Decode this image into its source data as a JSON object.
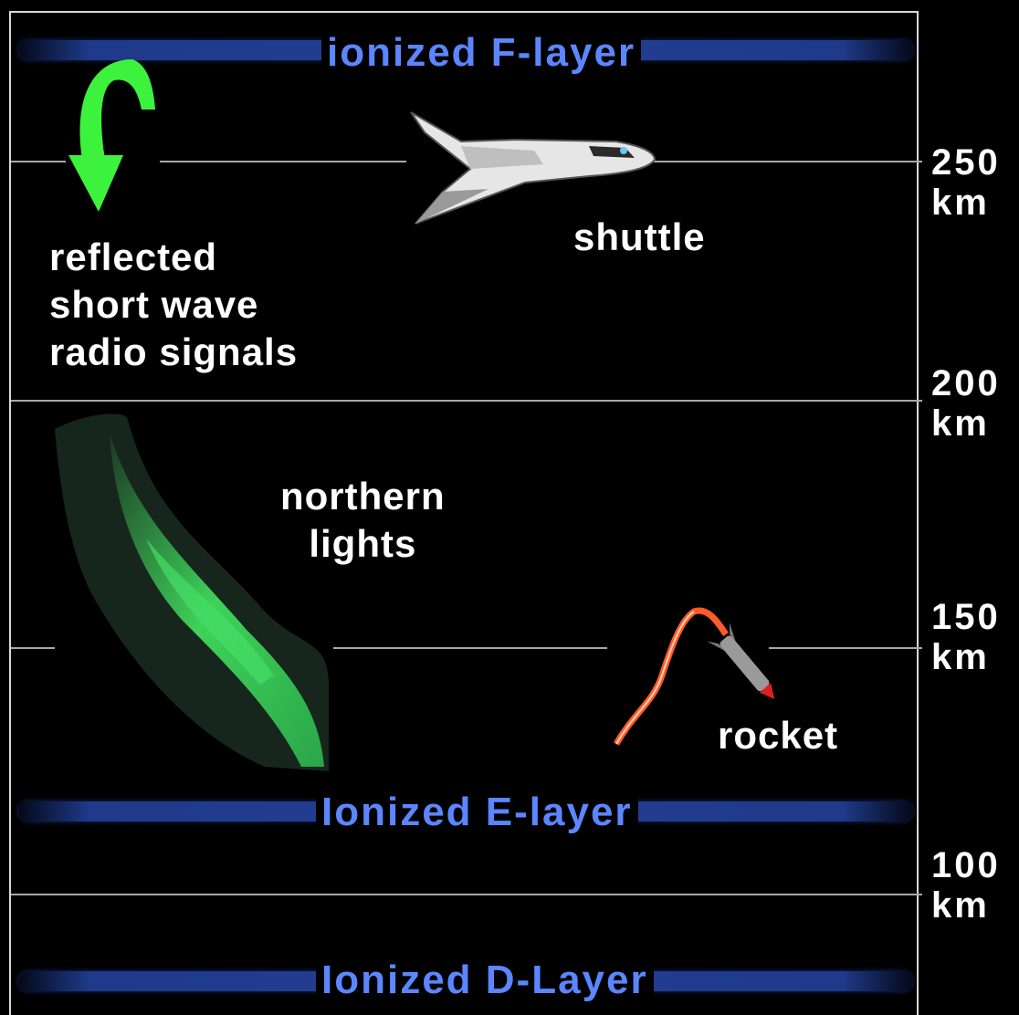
{
  "layers": {
    "f": "ionized F-layer",
    "e": "Ionized E-layer",
    "d": "Ionized D-Layer"
  },
  "altitudes": [
    {
      "value": "250",
      "unit": "km"
    },
    {
      "value": "200",
      "unit": "km"
    },
    {
      "value": "150",
      "unit": "km"
    },
    {
      "value": "100",
      "unit": "km"
    }
  ],
  "labels": {
    "radio": "reflected\nshort wave\nradio signals",
    "shuttle": "shuttle",
    "aurora": "northern\nlights",
    "rocket": "rocket"
  },
  "colors": {
    "layer_text": "#5b86ff",
    "arrow": "#3df23d",
    "aurora": "#3fd25a",
    "flame": "#ff5a2a"
  },
  "icons": [
    "green-curved-arrow-icon",
    "space-shuttle-icon",
    "aurora-icon",
    "rocket-icon"
  ]
}
